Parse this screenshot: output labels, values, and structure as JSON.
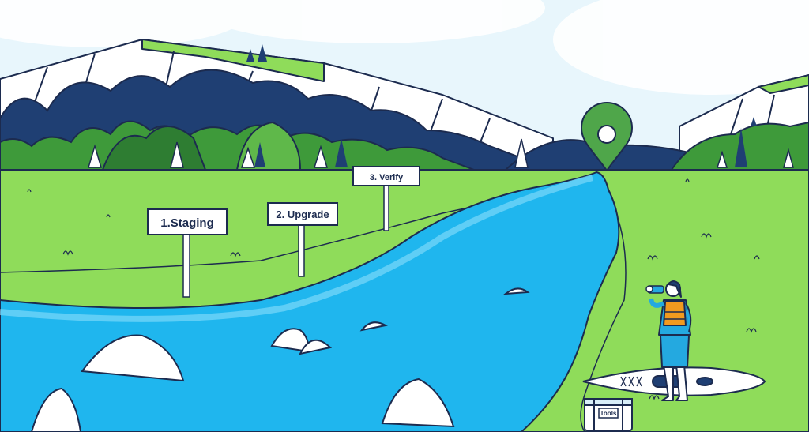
{
  "signs": [
    {
      "label": "1.Staging"
    },
    {
      "label": "2. Upgrade"
    },
    {
      "label": "3. Verify"
    }
  ],
  "toolbox": {
    "label": "Tools"
  },
  "colors": {
    "sky": "#e8f6fc",
    "outline": "#1c2b4f",
    "grass": "#8fdc5a",
    "river": "#1fb6ee",
    "hill_dark": "#1f3f73",
    "hill_green": "#3e9a3a",
    "pin": "#4fa64a",
    "vest": "#f29a1f",
    "jacket": "#24a9e0"
  },
  "icons": {
    "location": "location-pin-icon",
    "binoculars": "binoculars-icon"
  }
}
